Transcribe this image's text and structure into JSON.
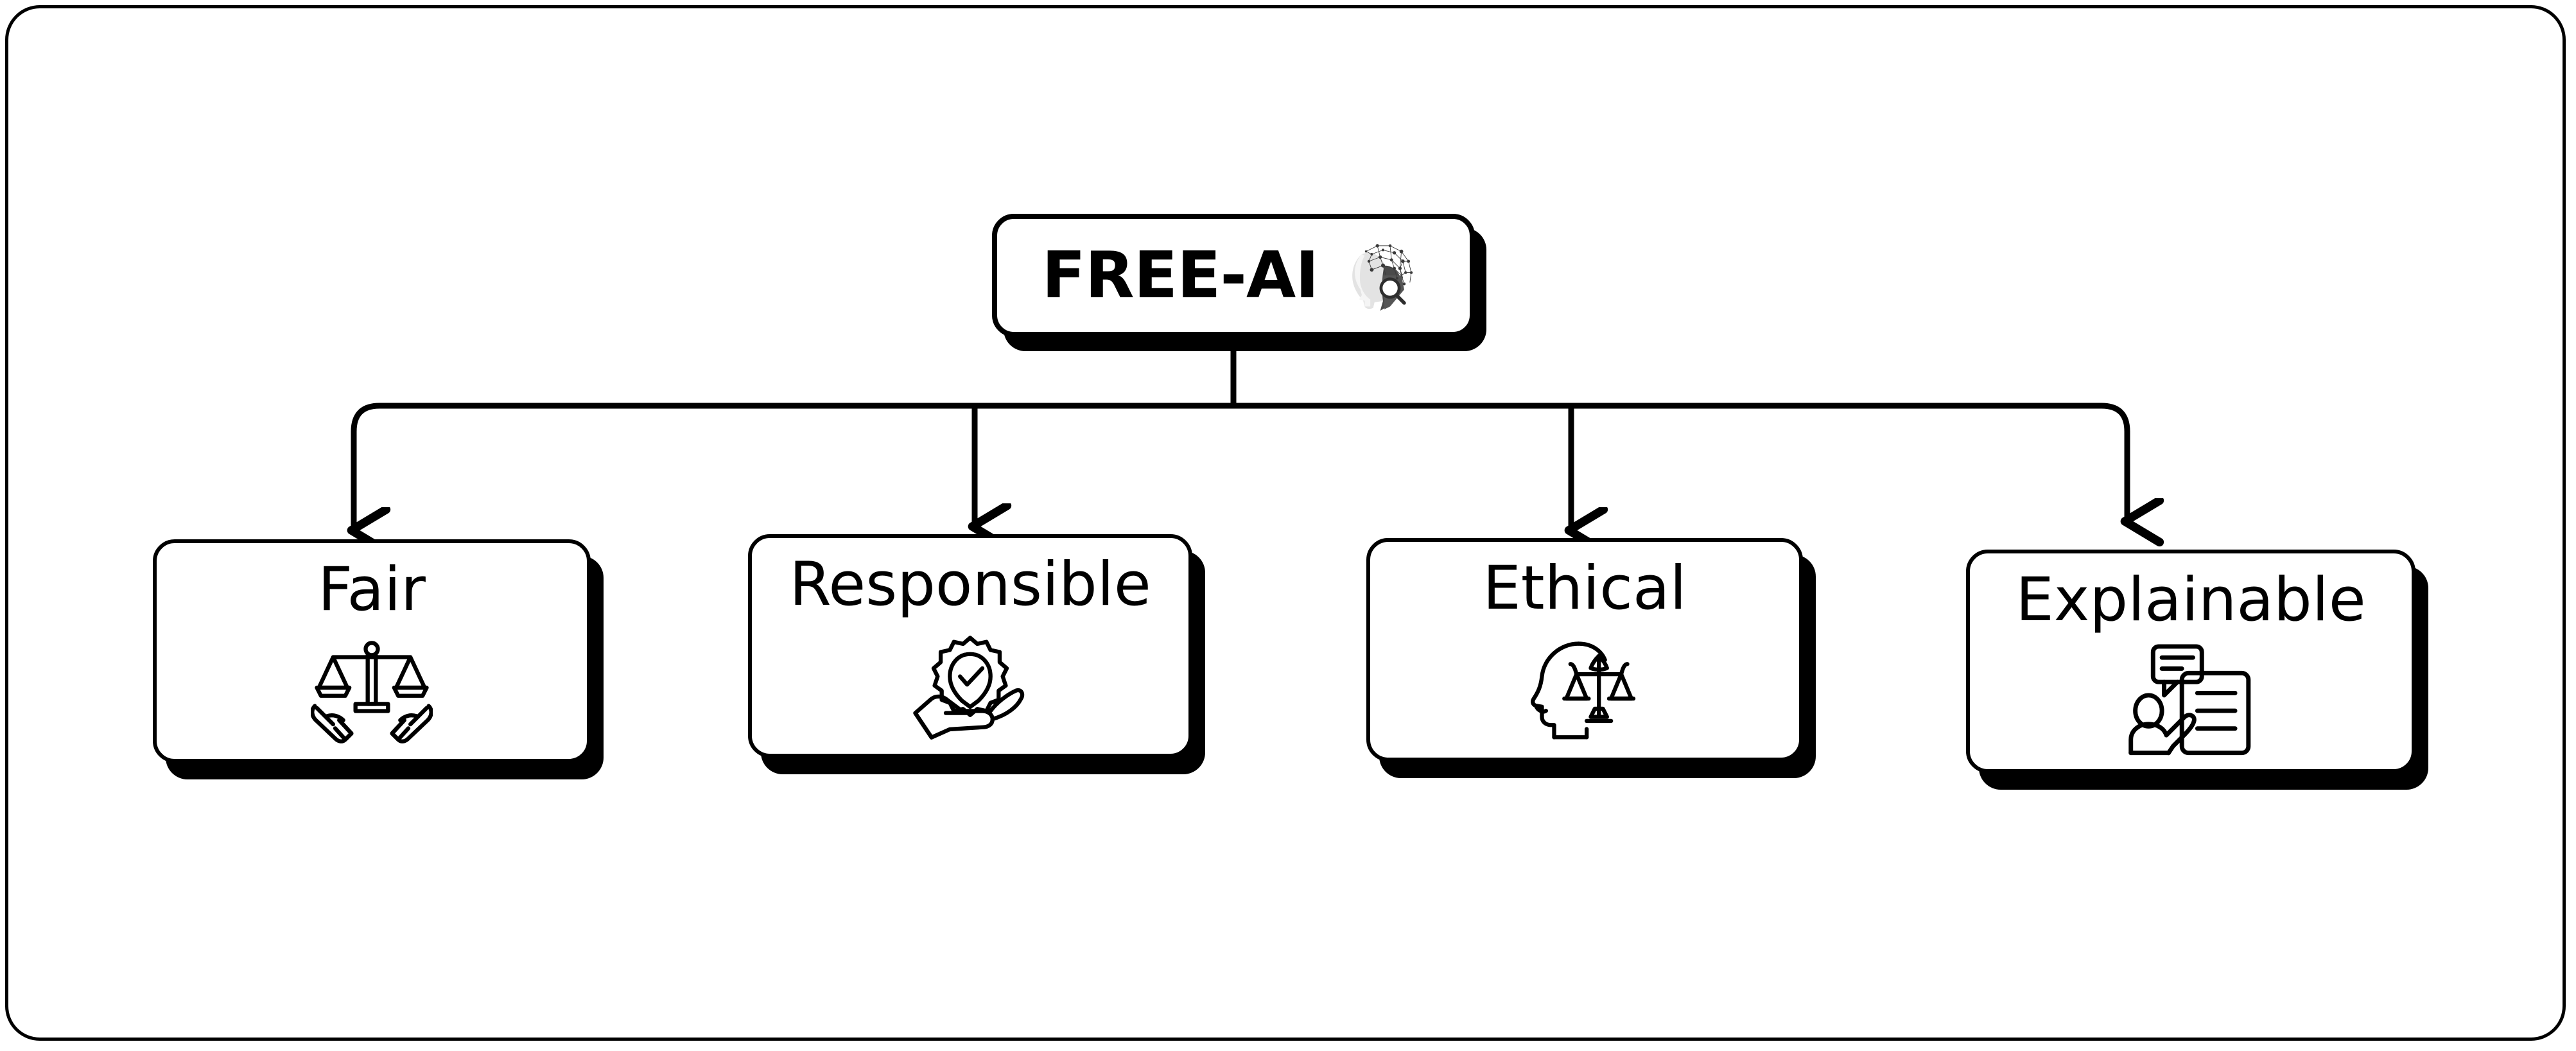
{
  "diagram": {
    "type": "hierarchy-tree",
    "title": "FREE-AI",
    "root": {
      "label": "FREE-AI",
      "icon": "ai-head-neural-network-icon"
    },
    "children": [
      {
        "label": "Fair",
        "icon": "balance-scale-in-hands-icon"
      },
      {
        "label": "Responsible",
        "icon": "gear-checkmark-in-hand-icon"
      },
      {
        "label": "Ethical",
        "icon": "head-profile-with-scale-icon"
      },
      {
        "label": "Explainable",
        "icon": "person-presenting-document-icon"
      }
    ],
    "colors": {
      "stroke": "#000000",
      "fill": "#ffffff",
      "shadow": "#000000"
    },
    "connectors": {
      "style": "orthogonal-bus-with-arrows",
      "arrow_count": 4
    }
  }
}
